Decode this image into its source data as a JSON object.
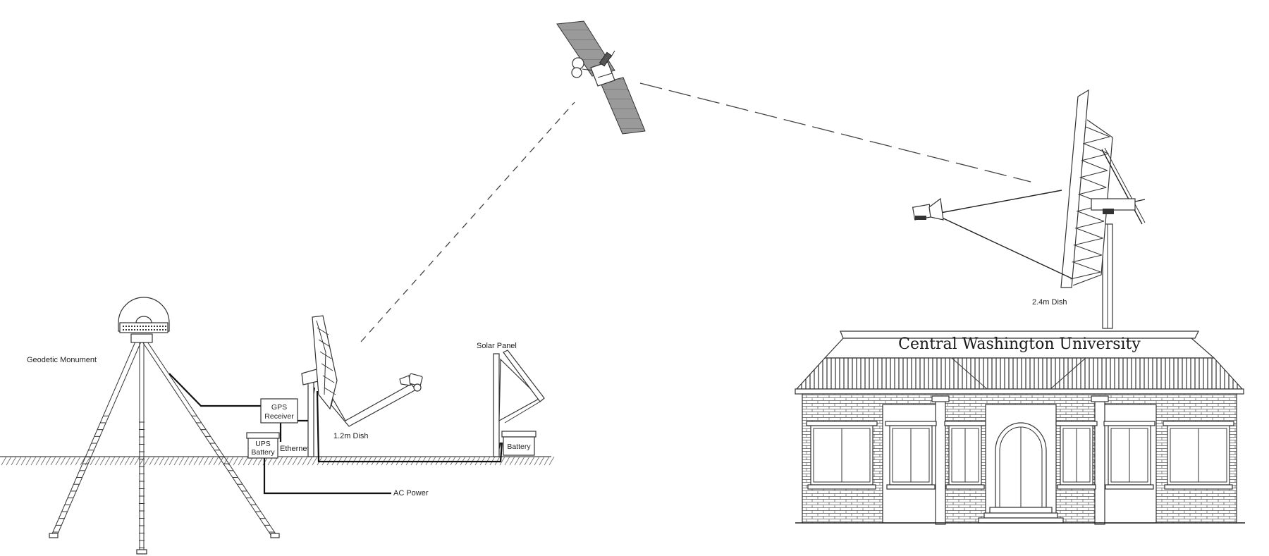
{
  "labels": {
    "geodetic_monument": "Geodetic Monument",
    "gps_receiver_line1": "GPS",
    "gps_receiver_line2": "Receiver",
    "ups_battery_line1": "UPS",
    "ups_battery_line2": "Battery",
    "ethernet": "Ethernet",
    "dish_small": "1.2m Dish",
    "solar_panel": "Solar Panel",
    "battery": "Battery",
    "ac_power": "AC Power",
    "dish_large": "2.4m Dish",
    "building_sign": "Central Washington University"
  },
  "colors": {
    "line": "#333333",
    "cable": "#111111",
    "panel_fill": "#9a9a9a",
    "background": "#ffffff"
  }
}
